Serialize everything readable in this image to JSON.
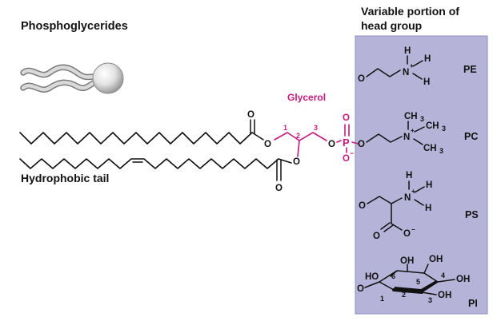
{
  "title": "Phosphoglycerides",
  "head_group_title_line1": "Variable portion of",
  "head_group_title_line2": "head group",
  "glycerol_label": "Glycerol",
  "tail_label": "Hydrophobic tail",
  "glycerol_carbons": [
    "1",
    "2",
    "3"
  ],
  "phosphate": {
    "P": "P",
    "O": "O",
    "O_minus": "O",
    "minus": "−"
  },
  "ester_atoms": {
    "o": "O"
  },
  "head_groups": [
    {
      "abbr": "PE"
    },
    {
      "abbr": "PC"
    },
    {
      "abbr": "PS"
    },
    {
      "abbr": "PI"
    }
  ],
  "atoms": {
    "O": "O",
    "N": "N",
    "H": "H",
    "plus": "+",
    "minus": "−",
    "CH3": "CH",
    "sub3": "3",
    "HO": "HO",
    "OH": "OH"
  },
  "ring_numbers": [
    "1",
    "2",
    "3",
    "4",
    "5",
    "6"
  ],
  "colors": {
    "panel": "#b6b3d9",
    "panel_border": "#8f8cc0",
    "glycerol": "#c8197d",
    "text": "#111111",
    "sphere": "#d9d9d9"
  }
}
